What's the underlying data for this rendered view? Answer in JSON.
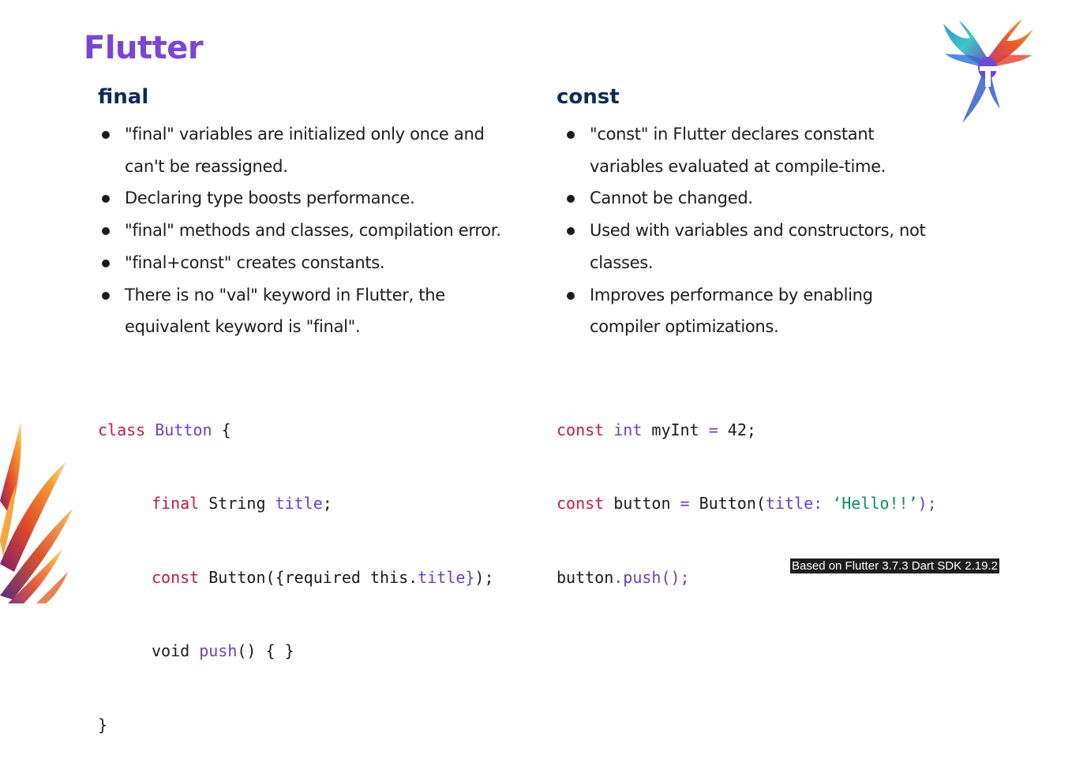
{
  "header": {
    "title": "Flutter"
  },
  "left": {
    "heading": "final",
    "bullets": [
      "\"final\" variables are initialized only once and can't be reassigned.",
      "Declaring type boosts performance.",
      "\"final\" methods and classes, compilation error.",
      "\"final+const\" creates constants.",
      "There is no \"val\" keyword in Flutter, the equivalent keyword is \"final\"."
    ],
    "code": {
      "l1_kw": "class",
      "l1_name": "Button",
      "l1_rest": " {",
      "l2_kw": "final",
      "l2_type": " String ",
      "l2_field": "title",
      "l2_end": ";",
      "l3_kw": "const",
      "l3_a": " Button({required this.",
      "l3_field": "title}",
      "l3_end": ");",
      "l4_a": "void ",
      "l4_fn": "push",
      "l4_end": "() { }",
      "l5": "}"
    }
  },
  "right": {
    "heading": "const",
    "bullets": [
      "\"const\" in Flutter declares constant variables evaluated at compile-time.",
      "Cannot be changed.",
      "Used with variables and constructors, not classes.",
      "Improves performance by enabling compiler optimizations."
    ],
    "code": {
      "l1_kw": "const",
      "l1_type": "int",
      "l1_name": " myInt ",
      "l1_eq": "=",
      "l1_end": " 42;",
      "l2_kw": "const",
      "l2_name": " button ",
      "l2_eq": "=",
      "l2_ctor": " Button(",
      "l2_arg": "title:",
      "l2_str": "‘Hello!!’",
      "l2_end": ");",
      "l3_obj": "button",
      "l3_call": ".push();"
    }
  },
  "footer": {
    "note": "Based on Flutter 3.7.3 Dart SDK 2.19.2"
  },
  "icons": {
    "logo": "phoenix-logo-icon",
    "decoration": "flame-decoration-icon"
  },
  "colors": {
    "title": "#7a45d6",
    "heading": "#102a55",
    "keyword_red": "#c41a3a",
    "keyword_purple": "#6a3fc9",
    "string_green": "#0f8a60"
  }
}
